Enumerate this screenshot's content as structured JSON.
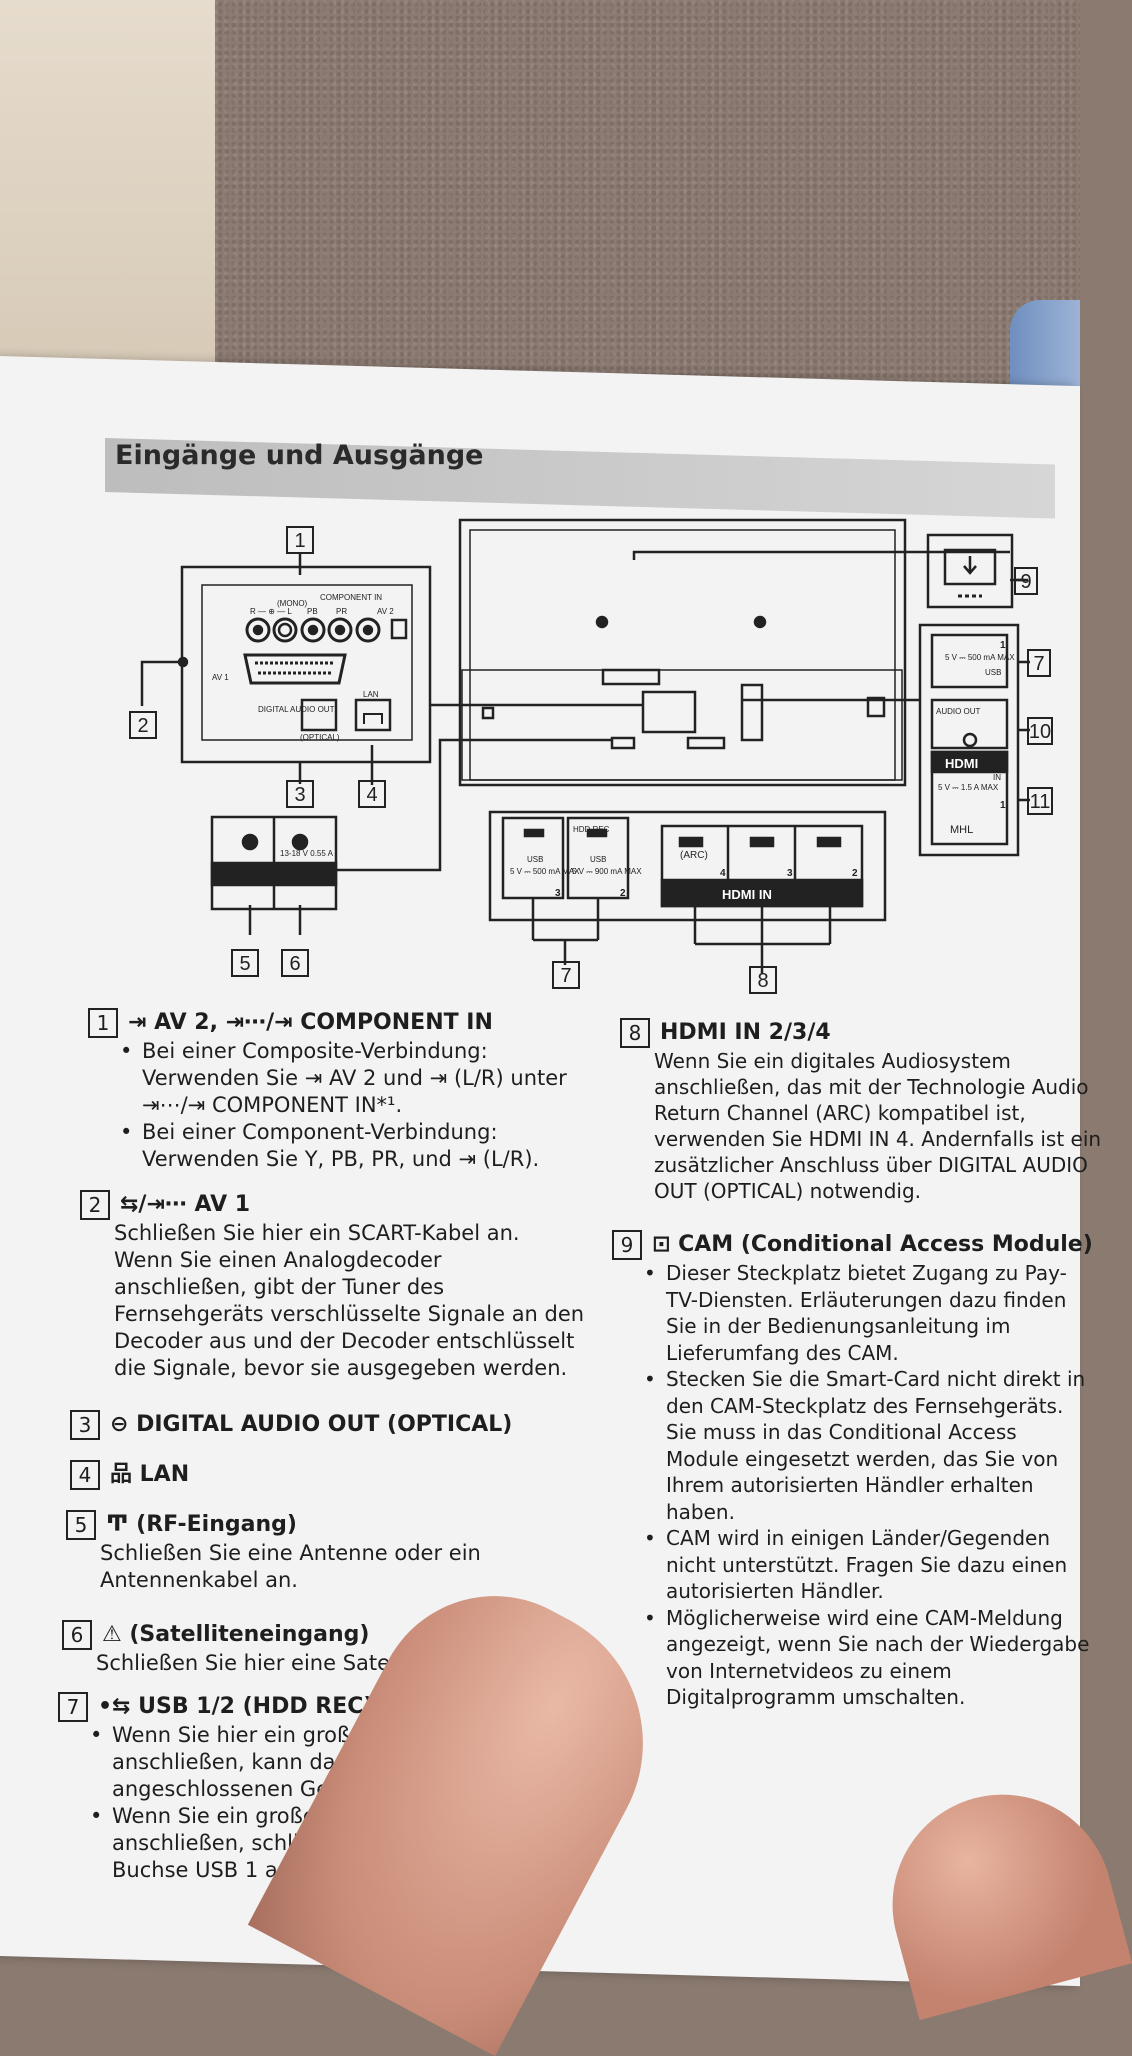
{
  "section_title": "Eingänge und Ausgänge",
  "diagram": {
    "callouts": [
      "1",
      "2",
      "3",
      "4",
      "5",
      "6",
      "7",
      "8",
      "9",
      "10",
      "11"
    ],
    "component_in": "COMPONENT IN",
    "mono": "(MONO)",
    "rl": "R — ⊕ — L",
    "pb": "PB",
    "pr": "PR",
    "av2": "AV 2",
    "av1": "AV 1",
    "digital_audio_out": "DIGITAL\nAUDIO OUT",
    "optical": "(OPTICAL)",
    "lan": "LAN",
    "sat_power": "13-18 V\n0.55 A",
    "usb_label": "USB",
    "usb_rating_1": "5 V ⎓\n500 mA MAX",
    "hdd_rec": "HDD REC",
    "usb_rating_2": "5 V ⎓\n900 mA MAX",
    "arc": "(ARC)",
    "hdmi_in": "HDMI IN",
    "hdmi_nums": [
      "4",
      "3",
      "2"
    ],
    "usb_nums": [
      "3",
      "2"
    ],
    "side_usb": "5 V ⎓\n500 mA\nMAX",
    "side_usb_num": "1",
    "side_usb_label": "USB",
    "audio_out": "AUDIO\nOUT",
    "hdmi": "HDMI",
    "hdmi_side_in": "IN",
    "hdmi_side_rating": "5 V ⎓\n1.5 A\nMAX",
    "hdmi_side_num": "1",
    "mhl": "MHL"
  },
  "left": [
    {
      "num": "1",
      "head": "⇥ AV 2, ⇥⋯/⇥ COMPONENT IN",
      "lines": [
        {
          "b": true,
          "t": "Bei einer Composite-Verbindung:"
        },
        {
          "b": false,
          "t": "Verwenden Sie ⇥ AV 2 und ⇥ (L/R) unter"
        },
        {
          "b": false,
          "t": "⇥⋯/⇥ COMPONENT IN*¹."
        },
        {
          "b": true,
          "t": "Bei einer Component-Verbindung:"
        },
        {
          "b": false,
          "t": "Verwenden Sie Y, PB, PR, und ⇥ (L/R)."
        }
      ]
    },
    {
      "num": "2",
      "head": "⇆/⇥⋯ AV 1",
      "lines": [
        {
          "b": false,
          "t": "Schließen Sie hier ein SCART-Kabel an."
        },
        {
          "b": false,
          "t": "Wenn Sie einen Analogdecoder"
        },
        {
          "b": false,
          "t": "anschließen, gibt der Tuner des"
        },
        {
          "b": false,
          "t": "Fernsehgeräts verschlüsselte Signale an den"
        },
        {
          "b": false,
          "t": "Decoder aus und der Decoder entschlüsselt"
        },
        {
          "b": false,
          "t": "die Signale, bevor sie ausgegeben werden."
        }
      ]
    },
    {
      "num": "3",
      "head": "⊖ DIGITAL AUDIO OUT (OPTICAL)",
      "lines": []
    },
    {
      "num": "4",
      "head": "品 LAN",
      "lines": []
    },
    {
      "num": "5",
      "head": "Ͳ (RF-Eingang)",
      "lines": [
        {
          "b": false,
          "t": "Schließen Sie eine Antenne oder ein"
        },
        {
          "b": false,
          "t": "Antennenkabel an."
        }
      ]
    },
    {
      "num": "6",
      "head": "⚠ (Satelliteneingang)",
      "lines": [
        {
          "b": false,
          "t": "Schließen Sie hier eine Satellitenantenn"
        }
      ]
    },
    {
      "num": "7",
      "head": "•⇆ USB 1/2 (HDD REC)*²*³/3",
      "lines": [
        {
          "b": true,
          "t": "Wenn Sie hier ein großes USB-"
        },
        {
          "b": false,
          "t": "anschließen, kann das die da"
        },
        {
          "b": false,
          "t": "angeschlossenen Geräte be"
        },
        {
          "b": true,
          "t": "Wenn Sie ein großes USB-"
        },
        {
          "b": false,
          "t": "anschließen, schließen S"
        },
        {
          "b": false,
          "t": "Buchse USB 1 an."
        }
      ]
    }
  ],
  "right": [
    {
      "num": "8",
      "head": "HDMI IN 2/3/4",
      "lines": [
        {
          "b": false,
          "t": "Wenn Sie ein digitales Audiosystem"
        },
        {
          "b": false,
          "t": "anschließen, das mit der Technologie Audio"
        },
        {
          "b": false,
          "t": "Return Channel (ARC) kompatibel ist,"
        },
        {
          "b": false,
          "t": "verwenden Sie HDMI IN 4. Andernfalls ist ein"
        },
        {
          "b": false,
          "t": "zusätzlicher Anschluss über DIGITAL AUDIO"
        },
        {
          "b": false,
          "t": "OUT (OPTICAL) notwendig."
        }
      ]
    },
    {
      "num": "9",
      "head": "⊡ CAM (Conditional Access Module)",
      "lines": [
        {
          "b": true,
          "t": "Dieser Steckplatz bietet Zugang zu Pay-"
        },
        {
          "b": false,
          "t": "TV-Diensten. Erläuterungen dazu finden"
        },
        {
          "b": false,
          "t": "Sie in der Bedienungsanleitung im"
        },
        {
          "b": false,
          "t": "Lieferumfang des CAM."
        },
        {
          "b": true,
          "t": "Stecken Sie die Smart-Card nicht direkt in"
        },
        {
          "b": false,
          "t": "den CAM-Steckplatz des Fernsehgeräts."
        },
        {
          "b": false,
          "t": "Sie muss in das Conditional Access"
        },
        {
          "b": false,
          "t": "Module eingesetzt werden, das Sie von"
        },
        {
          "b": false,
          "t": "Ihrem autorisierten Händler erhalten"
        },
        {
          "b": false,
          "t": "haben."
        },
        {
          "b": true,
          "t": "CAM wird in einigen Länder/Gegenden"
        },
        {
          "b": false,
          "t": "nicht unterstützt. Fragen Sie dazu einen"
        },
        {
          "b": false,
          "t": "autorisierten Händler."
        },
        {
          "b": true,
          "t": "Möglicherweise wird eine CAM-Meldung"
        },
        {
          "b": false,
          "t": "angezeigt, wenn Sie nach der Wiedergabe"
        },
        {
          "b": false,
          "t": "von Internetvideos zu einem"
        },
        {
          "b": false,
          "t": "Digitalprogramm umschalten."
        }
      ]
    }
  ]
}
